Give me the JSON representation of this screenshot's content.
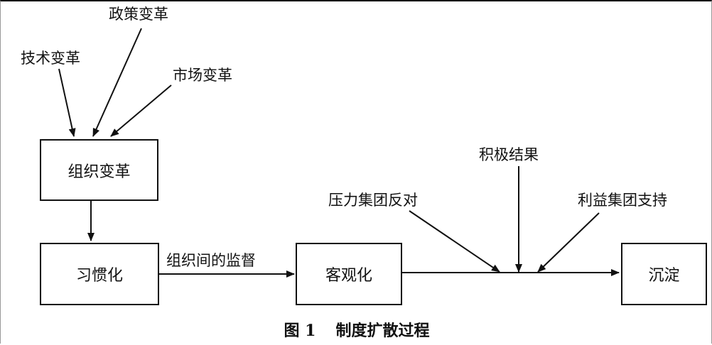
{
  "labels": {
    "policy_reform": "政策变革",
    "tech_reform": "技术变革",
    "market_reform": "市场变革",
    "inter_org_supervision": "组织间的监督",
    "positive_results": "积极结果",
    "pressure_group_opposition": "压力集团反对",
    "interest_group_support": "利益集团支持"
  },
  "boxes": {
    "org_reform": "组织变革",
    "habituation": "习惯化",
    "objectification": "客观化",
    "sedimentation": "沉淀"
  },
  "caption": {
    "figure_number": "图 1",
    "title": "制度扩散过程"
  }
}
